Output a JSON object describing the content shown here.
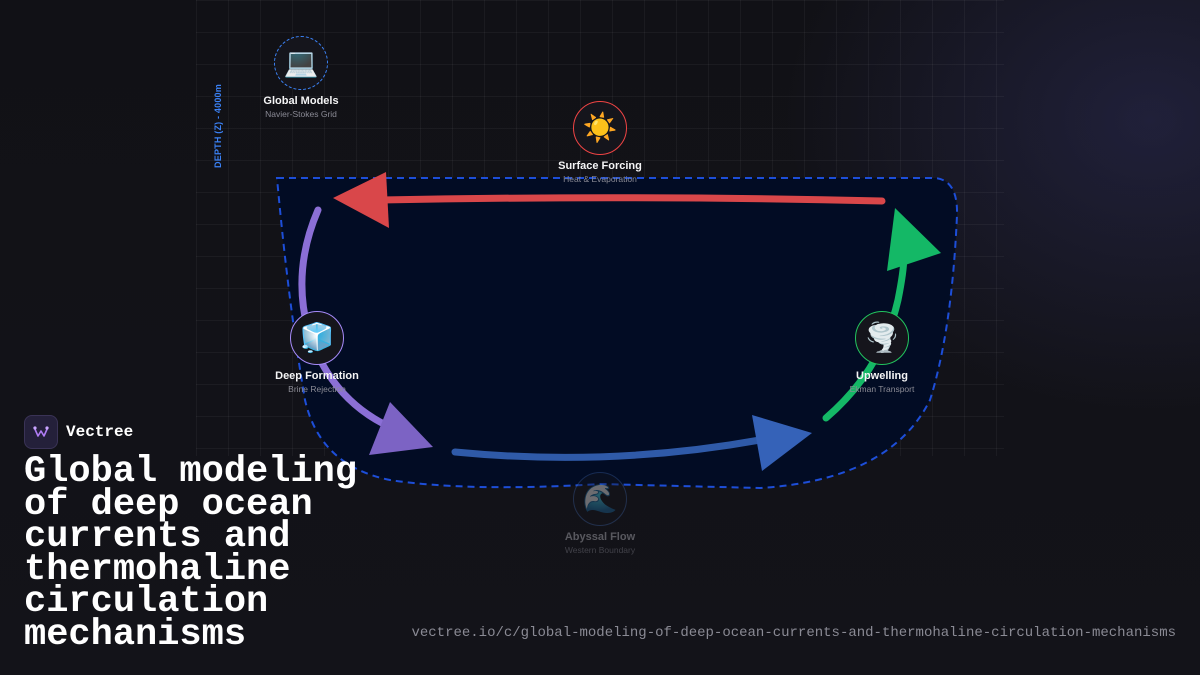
{
  "diagram": {
    "axis_label": "DEPTH (Z) - 4000m",
    "nodes": {
      "global_models": {
        "icon": "laptop-icon",
        "glyph": "💻",
        "title": "Global Models",
        "subtitle": "Navier-Stokes Grid",
        "color": "#3b82f6"
      },
      "surface_forcing": {
        "icon": "sun-icon",
        "glyph": "☀️",
        "title": "Surface Forcing",
        "subtitle": "Heat & Evaporation",
        "color": "#ef4444"
      },
      "deep_formation": {
        "icon": "ice-cube-icon",
        "glyph": "🧊",
        "title": "Deep Formation",
        "subtitle": "Brine Rejection",
        "color": "#a78bfa"
      },
      "upwelling": {
        "icon": "tornado-icon",
        "glyph": "🌪️",
        "title": "Upwelling",
        "subtitle": "Ekman Transport",
        "color": "#22c55e"
      },
      "abyssal_flow": {
        "icon": "wave-icon",
        "glyph": "🌊",
        "title": "Abyssal Flow",
        "subtitle": "Western Boundary",
        "color": "#3b5fa0"
      }
    },
    "flow_colors": {
      "surface": "#d9474a",
      "sinking": "#8b6fd6",
      "abyssal": "#3562b8",
      "upwelling": "#14b866",
      "basin": "#1d4ed8"
    }
  },
  "brand": {
    "name": "Vectree",
    "logo_icon": "vectree-logo-icon"
  },
  "headline": "Global modeling of deep ocean currents and thermohaline circulation mechanisms",
  "url": "vectree.io/c/global-modeling-of-deep-ocean-currents-and-thermohaline-circulation-mechanisms"
}
